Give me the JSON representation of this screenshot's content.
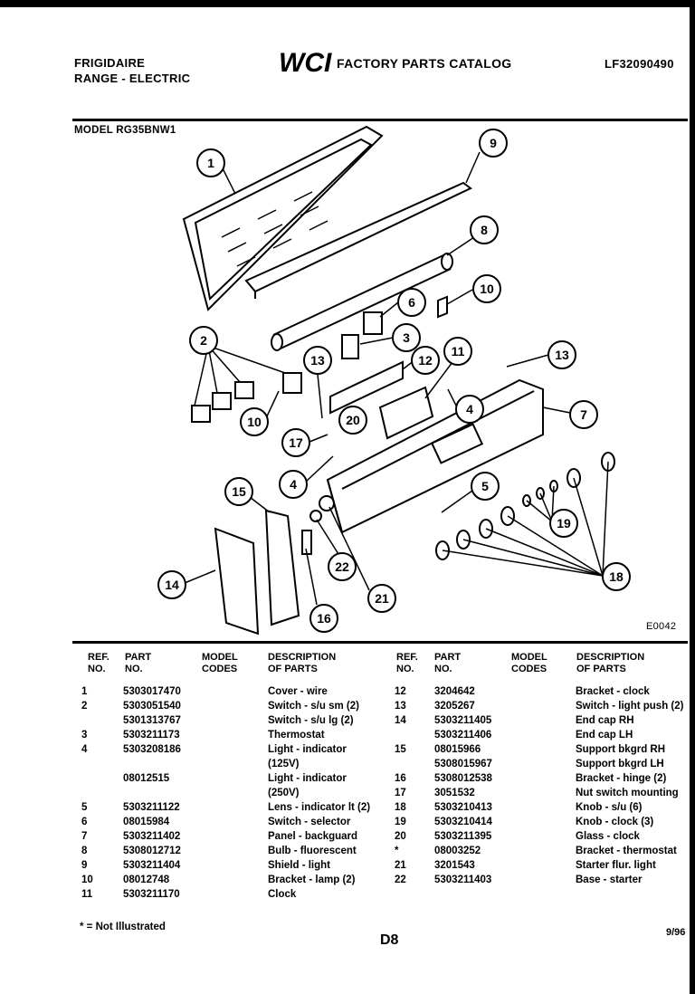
{
  "header": {
    "brand": "FRIGIDAIRE",
    "product": "RANGE - ELECTRIC",
    "logo_text": "WCI",
    "catalog_title": "FACTORY PARTS CATALOG",
    "catalog_number": "LF32090490",
    "model": "MODEL RG35BNW1"
  },
  "diagram": {
    "code": "E0042",
    "callouts": [
      "1",
      "9",
      "8",
      "10",
      "6",
      "2",
      "3",
      "13",
      "11",
      "12",
      "13",
      "7",
      "20",
      "4",
      "10",
      "17",
      "4",
      "5",
      "15",
      "19",
      "22",
      "18",
      "14",
      "21",
      "16"
    ]
  },
  "table": {
    "headers": {
      "ref": "REF.\nNO.",
      "part": "PART\nNO.",
      "codes": "MODEL\nCODES",
      "desc": "DESCRIPTION\nOF PARTS"
    },
    "left_rows": [
      {
        "ref": "1",
        "part": "5303017470",
        "desc": "Cover - wire"
      },
      {
        "ref": "2",
        "part": "5303051540",
        "desc": "Switch - s/u sm (2)"
      },
      {
        "ref": "",
        "part": "5301313767",
        "desc": "Switch - s/u lg  (2)"
      },
      {
        "ref": "3",
        "part": "5303211173",
        "desc": "Thermostat"
      },
      {
        "ref": "4",
        "part": "5303208186",
        "desc": "Light - indicator"
      },
      {
        "ref": "",
        "part": "",
        "desc": "(125V)"
      },
      {
        "ref": "",
        "part": "08012515",
        "desc": "Light - indicator"
      },
      {
        "ref": "",
        "part": "",
        "desc": "(250V)"
      },
      {
        "ref": "5",
        "part": "5303211122",
        "desc": "Lens - indicator lt (2)"
      },
      {
        "ref": "6",
        "part": "08015984",
        "desc": "Switch - selector"
      },
      {
        "ref": "7",
        "part": "5303211402",
        "desc": "Panel - backguard"
      },
      {
        "ref": "8",
        "part": "5308012712",
        "desc": "Bulb - fluorescent"
      },
      {
        "ref": "9",
        "part": "5303211404",
        "desc": "Shield - light"
      },
      {
        "ref": "10",
        "part": "08012748",
        "desc": "Bracket - lamp (2)"
      },
      {
        "ref": "11",
        "part": "5303211170",
        "desc": "Clock"
      }
    ],
    "right_rows": [
      {
        "ref": "12",
        "part": "3204642",
        "desc": "Bracket - clock"
      },
      {
        "ref": "13",
        "part": "3205267",
        "desc": "Switch - light push (2)"
      },
      {
        "ref": "14",
        "part": "5303211405",
        "desc": "End cap RH"
      },
      {
        "ref": "",
        "part": "5303211406",
        "desc": "End cap LH"
      },
      {
        "ref": "15",
        "part": "08015966",
        "desc": "Support bkgrd RH"
      },
      {
        "ref": "",
        "part": "5308015967",
        "desc": "Support bkgrd LH"
      },
      {
        "ref": "16",
        "part": "5308012538",
        "desc": "Bracket - hinge (2)"
      },
      {
        "ref": "17",
        "part": "3051532",
        "desc": "Nut switch mounting"
      },
      {
        "ref": "18",
        "part": "5303210413",
        "desc": "Knob - s/u (6)"
      },
      {
        "ref": "19",
        "part": "5303210414",
        "desc": "Knob - clock (3)"
      },
      {
        "ref": "20",
        "part": "5303211395",
        "desc": "Glass - clock"
      },
      {
        "ref": "*",
        "part": "08003252",
        "desc": "Bracket - thermostat"
      },
      {
        "ref": "21",
        "part": "3201543",
        "desc": "Starter flur. light"
      },
      {
        "ref": "22",
        "part": "5303211403",
        "desc": "Base - starter"
      }
    ]
  },
  "footer": {
    "note": "* = Not Illustrated",
    "page": "D8",
    "date": "9/96"
  }
}
